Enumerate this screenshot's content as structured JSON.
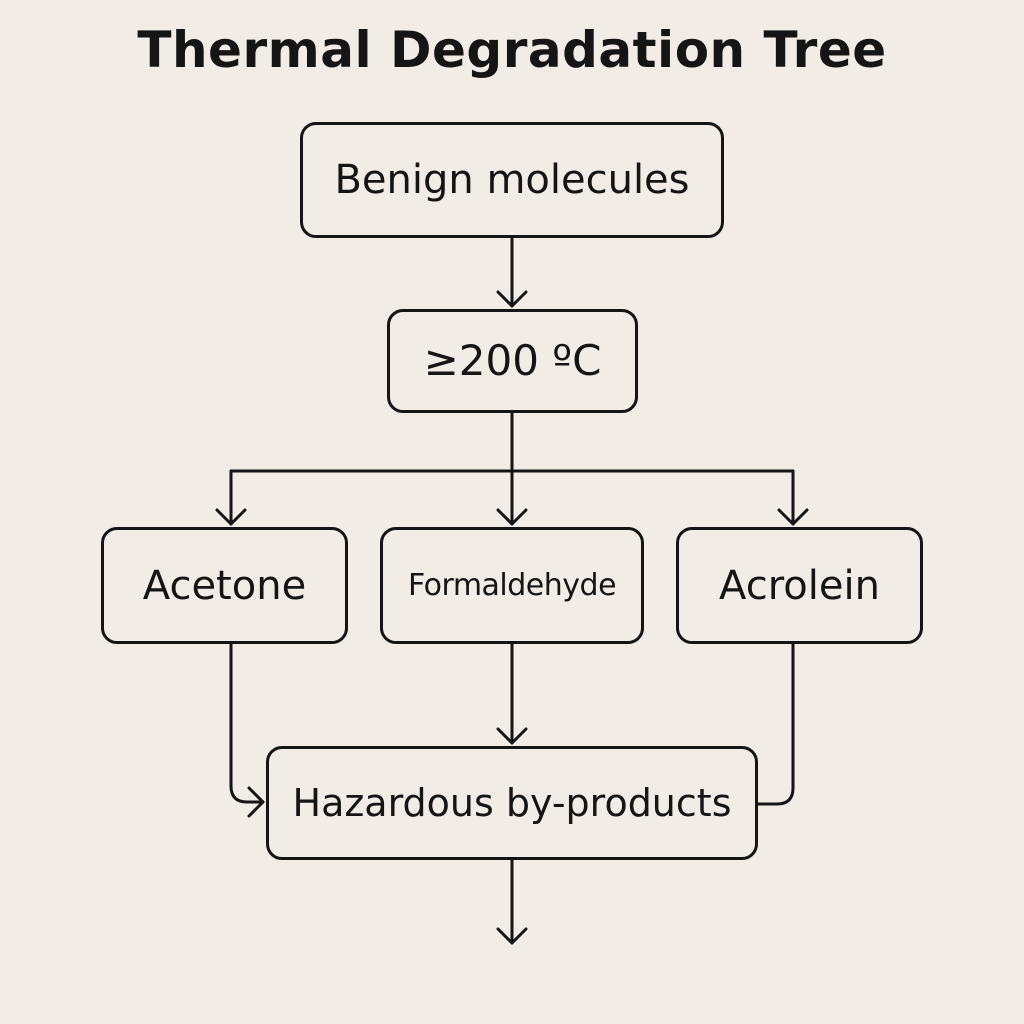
{
  "title": "Thermal Degradation Tree",
  "nodes": {
    "benign": "Benign molecules",
    "temperature": "≥200 ºC",
    "acetone": "Acetone",
    "formaldehyde": "Formaldehyde",
    "acrolein": "Acrolein",
    "hazardous": "Hazardous by-products"
  },
  "colors": {
    "background": "#f2ece6",
    "stroke": "#151515"
  }
}
